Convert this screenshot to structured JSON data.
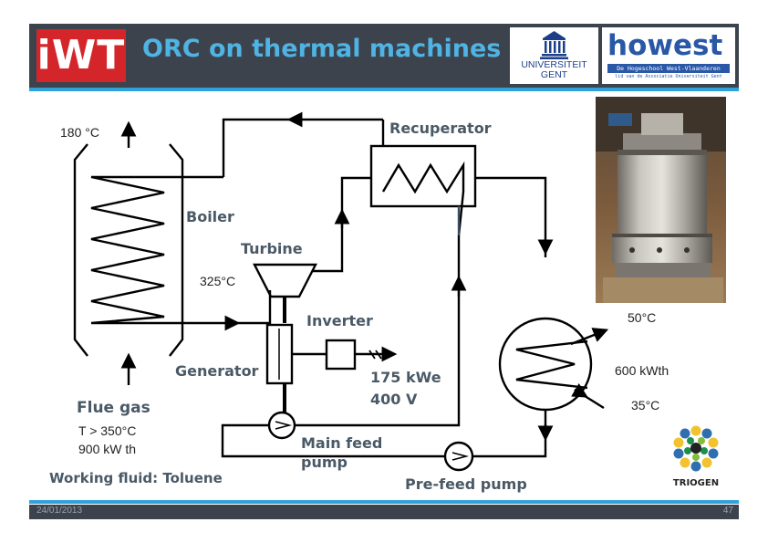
{
  "header": {
    "logo_text": "iWT",
    "title": "ORC on thermal machines",
    "ugent_line1": "UNIVERSITEIT",
    "ugent_line2": "GENT",
    "howest_word": "howest",
    "howest_band": "De Hogeschool West-Vlaanderen",
    "howest_sub": "lid van de Associatie Universiteit Gent"
  },
  "labels": {
    "temp_top": "180 °C",
    "boiler": "Boiler",
    "turbine": "Turbine",
    "temp_turbine": "325°C",
    "recuperator": "Recuperator",
    "inverter": "Inverter",
    "generator": "Generator",
    "power_kwe": "175 kWe",
    "voltage": "400 V",
    "flue_gas": "Flue gas",
    "flue_temp": "T > 350°C",
    "flue_power": "900 kW th",
    "working_fluid": "Working fluid: Toluene",
    "main_feed_pump_1": "Main feed",
    "main_feed_pump_2": "pump",
    "pre_feed_pump": "Pre-feed pump",
    "cond_out": "50°C",
    "cond_power": "600 kWth",
    "cond_in": "35°C"
  },
  "triogen": {
    "label": "TRIOGEN"
  },
  "footer": {
    "date": "24/01/2013",
    "page": "47"
  },
  "colors": {
    "header_bg": "#3c434d",
    "accent": "#2fa3d9",
    "title": "#4fb3e3",
    "iwt_red": "#d4262a",
    "label_gray": "#4a5966"
  },
  "icons": [
    "university-building-icon",
    "triogen-flower-icon",
    "electric-output-icon"
  ]
}
